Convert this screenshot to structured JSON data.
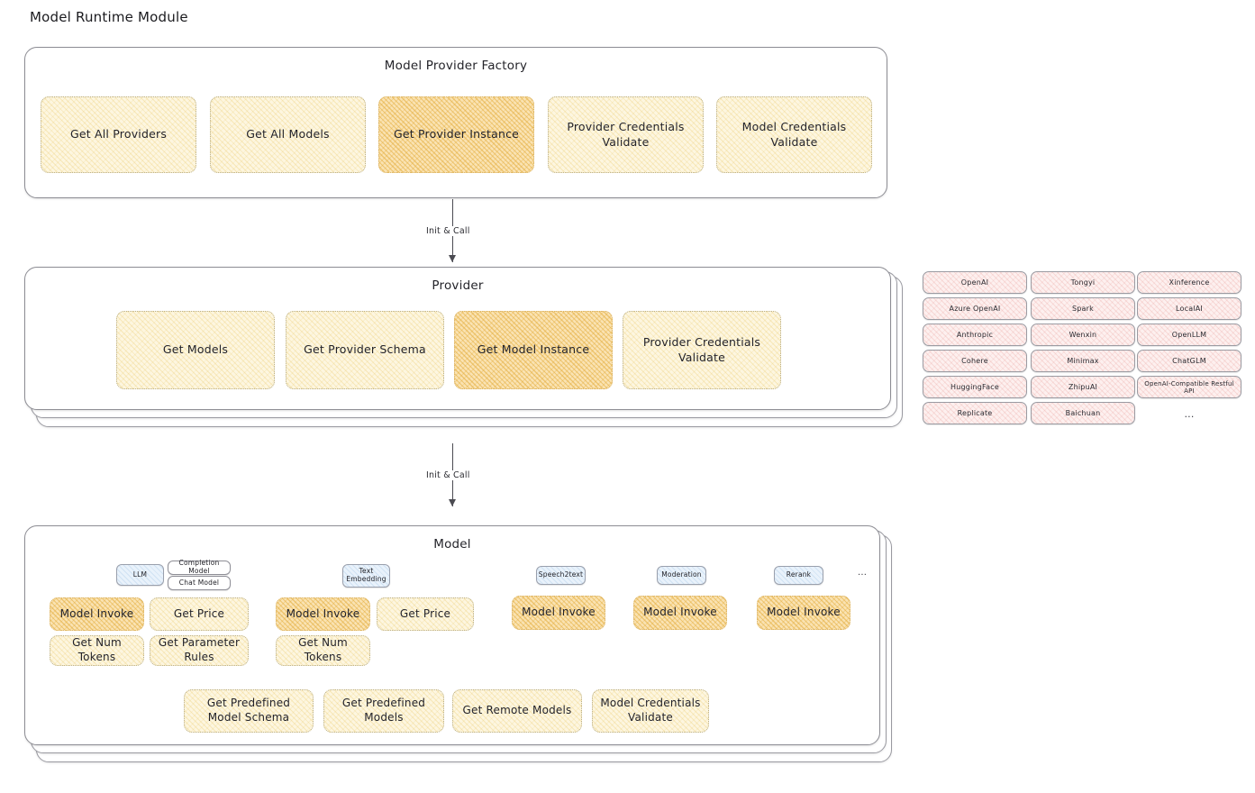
{
  "page": {
    "title": "Model Runtime Module"
  },
  "factory": {
    "title": "Model Provider Factory",
    "items": [
      {
        "label": "Get All Providers",
        "highlight": false
      },
      {
        "label": "Get All Models",
        "highlight": false
      },
      {
        "label": "Get Provider Instance",
        "highlight": true
      },
      {
        "label": "Provider Credentials Validate",
        "highlight": false
      },
      {
        "label": "Model Credentials Validate",
        "highlight": false
      }
    ]
  },
  "arrows": [
    {
      "label": "Init & Call"
    },
    {
      "label": "Init & Call"
    }
  ],
  "provider": {
    "title": "Provider",
    "items": [
      {
        "label": "Get Models",
        "highlight": false
      },
      {
        "label": "Get Provider Schema",
        "highlight": false
      },
      {
        "label": "Get Model Instance",
        "highlight": true
      },
      {
        "label": "Provider Credentials Validate",
        "highlight": false
      }
    ]
  },
  "provider_list": {
    "columns": [
      {
        "items": [
          "OpenAI",
          "Azure OpenAI",
          "Anthropic",
          "Cohere",
          "HuggingFace",
          "Replicate"
        ]
      },
      {
        "items": [
          "Tongyi",
          "Spark",
          "Wenxin",
          "Minimax",
          "ZhipuAI",
          "Baichuan"
        ]
      },
      {
        "items": [
          "Xinference",
          "LocalAI",
          "OpenLLM",
          "ChatGLM",
          "OpenAI-Compatible Restful API"
        ],
        "ellipsis": "..."
      }
    ]
  },
  "model": {
    "title": "Model",
    "types": [
      {
        "name": "LLM",
        "subtypes": [
          "Completion Model",
          "Chat Model"
        ],
        "methods": [
          {
            "label": "Model Invoke",
            "highlight": true
          },
          {
            "label": "Get Price",
            "highlight": false
          },
          {
            "label": "Get Num Tokens",
            "highlight": false
          },
          {
            "label": "Get Parameter Rules",
            "highlight": false
          }
        ]
      },
      {
        "name": "Text Embedding",
        "subtypes": [],
        "methods": [
          {
            "label": "Model Invoke",
            "highlight": true
          },
          {
            "label": "Get Price",
            "highlight": false
          },
          {
            "label": "Get Num Tokens",
            "highlight": false
          }
        ]
      },
      {
        "name": "Speech2text",
        "subtypes": [],
        "methods": [
          {
            "label": "Model Invoke",
            "highlight": true
          }
        ]
      },
      {
        "name": "Moderation",
        "subtypes": [],
        "methods": [
          {
            "label": "Model Invoke",
            "highlight": true
          }
        ]
      },
      {
        "name": "Rerank",
        "subtypes": [],
        "methods": [
          {
            "label": "Model Invoke",
            "highlight": true
          }
        ]
      }
    ],
    "types_ellipsis": "...",
    "common_methods": [
      {
        "label": "Get Predefined Model Schema"
      },
      {
        "label": "Get Predefined Models"
      },
      {
        "label": "Get Remote Models"
      },
      {
        "label": "Model Credentials Validate"
      }
    ]
  },
  "colors": {
    "amber_fill": "#fdf6e0",
    "amber_highlight": "#fae3b3",
    "pink_fill": "#fdf0ef",
    "blue_badge": "#e9f2fb",
    "stroke": "#8d8d94"
  }
}
